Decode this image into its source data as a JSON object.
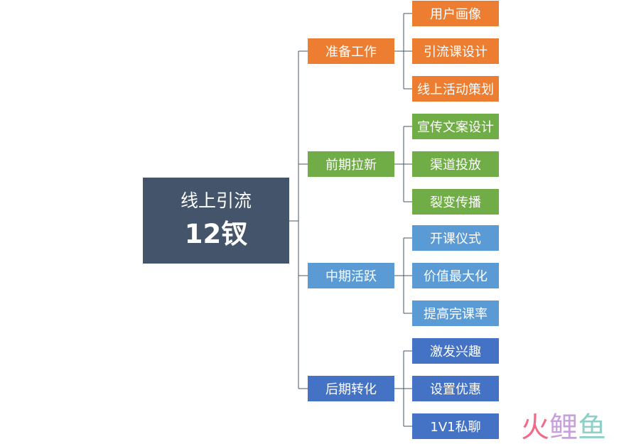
{
  "root": {
    "title": "线上引流",
    "subtitle": "12钗"
  },
  "branches": [
    {
      "label": "准备工作",
      "color": "#ed7d31",
      "children": [
        "用户画像",
        "引流课设计",
        "线上活动策划"
      ]
    },
    {
      "label": "前期拉新",
      "color": "#70ad47",
      "children": [
        "宣传文案设计",
        "渠道投放",
        "裂变传播"
      ]
    },
    {
      "label": "中期活跃",
      "color": "#5b9bd5",
      "children": [
        "开课仪式",
        "价值最大化",
        "提高完课率"
      ]
    },
    {
      "label": "后期转化",
      "color": "#4472c4",
      "children": [
        "激发兴趣",
        "设置优惠",
        "1V1私聊"
      ]
    }
  ],
  "watermark": {
    "text": "火鲤鱼",
    "colors": [
      "#f06a8a",
      "#c9a0dc",
      "#8ed0c8"
    ]
  }
}
